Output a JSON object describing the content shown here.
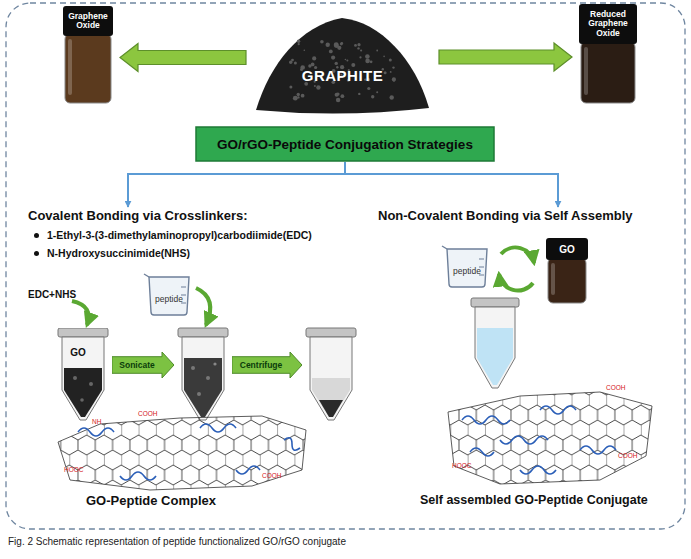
{
  "diagram": {
    "caption": "Fig. 2 Schematic representation of peptide functionalized GO/rGO conjugate",
    "nodes": [
      {
        "text": [
          "Graphene Oxide"
        ]
      },
      {
        "text": [
          "GRAPHITE"
        ]
      },
      {
        "text": [
          "Reduced Graphene Oxide"
        ]
      },
      {
        "text": [
          "GO/rGO-Peptide Conjugation Strategies"
        ]
      },
      {
        "text": [
          "Covalent Bonding via Crosslinkers:",
          "1-Ethyl-3-(3-dimethylaminopropyl)carbodiimide(EDC)",
          "N-Hydroxysuccinimide(NHS)"
        ]
      },
      {
        "text": [
          "Non-Covalent Bonding via Self Assembly"
        ]
      },
      {
        "text": [
          "peptide"
        ]
      },
      {
        "text": [
          "GO"
        ]
      },
      {
        "text": [
          "Sonicate"
        ]
      },
      {
        "text": [
          "Centrifuge"
        ]
      },
      {
        "text": [
          "peptide"
        ]
      },
      {
        "text": [
          "GO"
        ]
      }
    ],
    "edges": [
      {
        "from": 1,
        "to": 0,
        "arrow": "to"
      },
      {
        "from": 1,
        "to": 2,
        "arrow": "to"
      },
      {
        "from": 3,
        "to": 4,
        "arrow": "to"
      },
      {
        "from": 3,
        "to": 5,
        "arrow": "to"
      }
    ],
    "labels": [
      "EDC+NHS",
      "NH",
      "COOH",
      "HOOC",
      "COOH",
      "GO-Peptide Complex",
      "COOH",
      "HOOC",
      "COOH",
      "Self assembled GO-Peptide Conjugate"
    ]
  }
}
